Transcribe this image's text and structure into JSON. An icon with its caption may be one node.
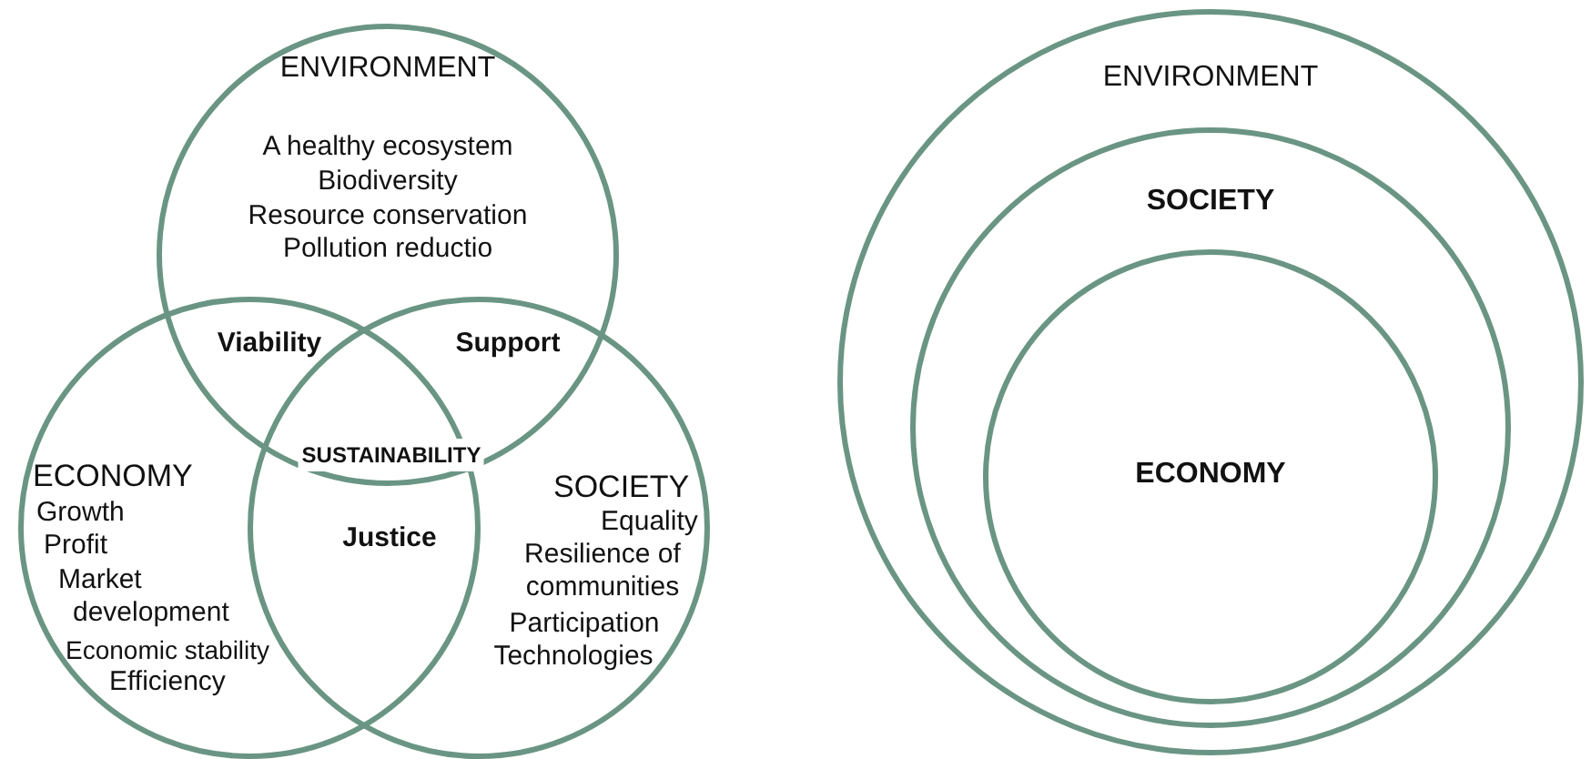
{
  "diagram": {
    "nodes": [
      {
        "text": [
          "ENVIRONMENT",
          "A healthy ecosystem",
          "Biodiversity",
          "Resource conservation",
          "Pollution reductio"
        ]
      },
      {
        "text": [
          "ECONOMY",
          "Growth",
          "Profit",
          "Market development",
          "Economic stability",
          "Efficiency"
        ]
      },
      {
        "text": [
          "SOCIETY",
          "Equality",
          "Resilience of communities",
          "Participation",
          "Technologies"
        ]
      },
      {
        "text": [
          "ENVIRONMENT"
        ]
      },
      {
        "text": [
          "SOCIETY"
        ],
        "in": 3
      },
      {
        "text": [
          "ECONOMY"
        ],
        "in": 4
      }
    ],
    "edges": [],
    "labels": [
      "Viability",
      "Support",
      "SUSTAINABILITY",
      "Justice"
    ]
  }
}
